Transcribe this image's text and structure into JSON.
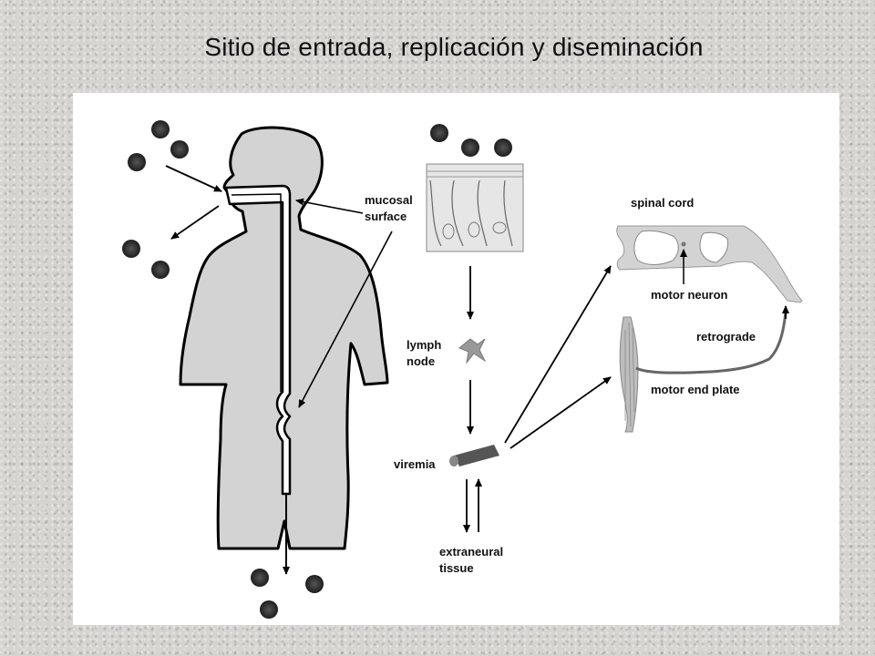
{
  "slide": {
    "title": "Sitio de entrada, replicación y diseminación"
  },
  "diagram": {
    "labels": {
      "mucosal": "mucosal",
      "surface": "surface",
      "lymph": "lymph",
      "node": "node",
      "viremia": "viremia",
      "extraneural": "extraneural",
      "tissue": "tissue",
      "spinal_cord": "spinal cord",
      "motor_neuron": "motor neuron",
      "retrograde": "retrograde",
      "motor_end_plate": "motor end plate"
    },
    "colors": {
      "body_fill": "#d3d3d3",
      "outline": "#000000",
      "virus": "#2a2a2a"
    }
  }
}
